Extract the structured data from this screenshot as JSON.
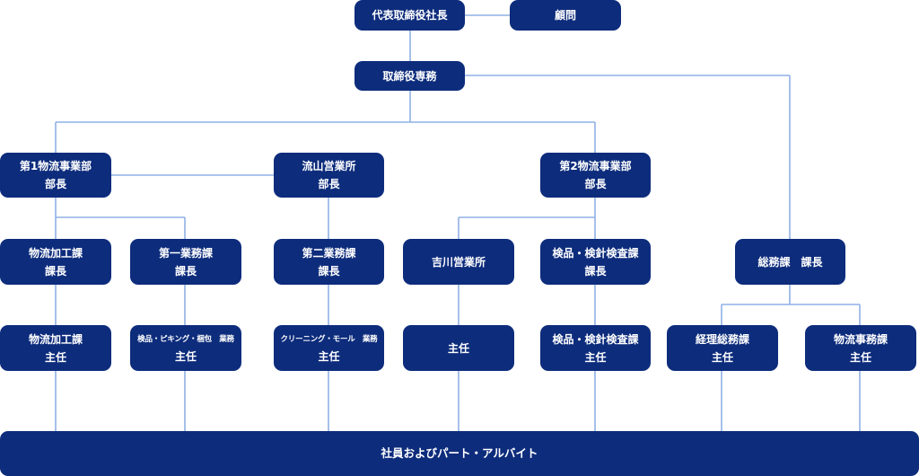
{
  "chart": {
    "ceo": "代表取締役社長",
    "advisor": "顧問",
    "director": "取締役専務",
    "div1": {
      "name": "第1物流事業部",
      "title": "部長"
    },
    "nagareyama": {
      "name": "流山営業所",
      "title": "部長"
    },
    "div2": {
      "name": "第2物流事業部",
      "title": "部長"
    },
    "logistics_mgr": {
      "name": "物流加工課",
      "title": "課長"
    },
    "biz1_mgr": {
      "name": "第一業務課",
      "title": "課長"
    },
    "biz2_mgr": {
      "name": "第二業務課",
      "title": "課長"
    },
    "yoshikawa": {
      "name": "吉川営業所"
    },
    "inspect_mgr": {
      "name": "検品・検針検査課",
      "title": "課長"
    },
    "general_mgr": {
      "name": "総務課　課長"
    },
    "logistics_chief": {
      "name": "物流加工課",
      "title": "主任"
    },
    "picking_chief": {
      "name": "検品・ピキング・梱包　業務",
      "title": "主任"
    },
    "cleaning_chief": {
      "name": "クリーニング・モール　業務",
      "title": "主任"
    },
    "yoshikawa_chief": {
      "title": "主任"
    },
    "inspect_chief": {
      "name": "検品・検針検査課",
      "title": "主任"
    },
    "accounting_chief": {
      "name": "経理総務課",
      "title": "主任"
    },
    "logistics_office_chief": {
      "name": "物流事務課",
      "title": "主任"
    },
    "staff": "社員およびパート・アルバイト",
    "colors": {
      "box": "#0d2c7c",
      "line": "#8fb0e6",
      "text": "#ffffff"
    }
  }
}
